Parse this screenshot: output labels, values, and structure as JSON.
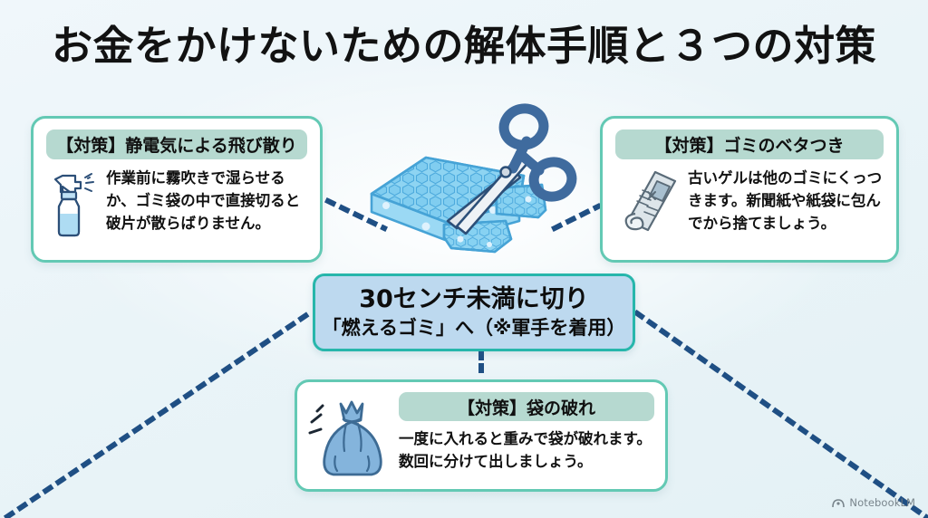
{
  "title": "お金をかけないための解体手順と３つの対策",
  "center": {
    "line1": "30センチ未満に切り",
    "line2": "「燃えるゴミ」へ（※軍手を着用）"
  },
  "cards": [
    {
      "id": "static",
      "head": "【対策】静電気による飛び散り",
      "body": "作業前に霧吹きで湿らせるか、ゴミ袋の中で直接切ると破片が散らばりません。",
      "icon": "spray-bottle-icon"
    },
    {
      "id": "sticky",
      "head": "【対策】ゴミのベタつき",
      "body": "古いゲルは他のゴミにくっつきます。新聞紙や紙袋に包んでから捨てましょう。",
      "icon": "rolled-newspaper-icon"
    },
    {
      "id": "bag",
      "head": "【対策】袋の破れ",
      "body": "一度に入れると重みで袋が破れます。数回に分けて出しましょう。",
      "icon": "trash-bag-icon"
    }
  ],
  "illustration": {
    "name": "gel-mat-cut-with-scissors-illustration"
  },
  "watermark": {
    "label": "NotebookLM",
    "icon": "notebooklm-logo-icon"
  },
  "colors": {
    "background_top": "#f0f7fb",
    "background_bottom": "#e4f1f5",
    "card_border": "#63c9b4",
    "card_head_fill": "#b6d9d0",
    "center_fill": "#bdd9ef",
    "center_border": "#27b6ab",
    "dot_line": "#1f4f84",
    "gel_blue": "#5fb8e8",
    "title_text": "#121212"
  }
}
